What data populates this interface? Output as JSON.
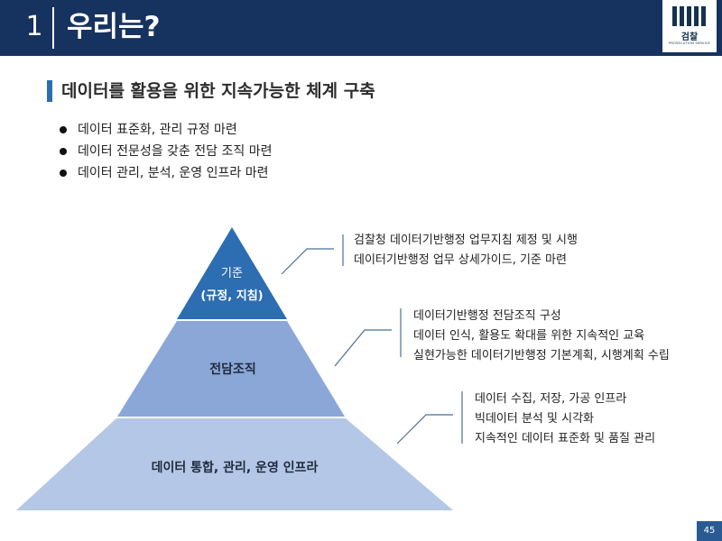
{
  "header": {
    "number": "1",
    "title": "우리는?",
    "logo": {
      "name": "검찰",
      "sub": "PROSECUTION SERVICE"
    }
  },
  "subtitle": "데이터를 활용을 위한 지속가능한 체계 구축",
  "bullets": [
    "데이터 표준화, 관리 규정 마련",
    "데이터 전문성을 갖춘 전담 조직 마련",
    "데이터 관리, 분석, 운영 인프라 마련"
  ],
  "pyramid": {
    "top": {
      "line1": "기준",
      "line2": "(규정, 지침)"
    },
    "middle": {
      "label": "전담조직"
    },
    "bottom": {
      "label": "데이터 통합, 관리, 운영 인프라"
    }
  },
  "notes": {
    "top": [
      "검찰청 데이터기반행정 업무지침 제정 및 시행",
      "데이터기반행정 업무 상세가이드, 기준 마련"
    ],
    "middle": [
      "데이터기반행정 전담조직 구성",
      "데이터 인식, 활용도 확대를 위한 지속적인 교육",
      "실현가능한 데이터기반행정 기본계획, 시행계획 수립"
    ],
    "bottom": [
      "데이터 수집, 저장, 가공 인프라",
      "빅데이터 분석 및 시각화",
      "지속적인 데이터 표준화 및 품질 관리"
    ]
  },
  "page_number": "45",
  "colors": {
    "header_bg": "#16325e",
    "accent": "#2d6db1",
    "tier_top": "#2d6db1",
    "tier_middle": "#8aa7d8",
    "tier_bottom": "#b4c7e7",
    "connector": "#4a6f9a"
  }
}
